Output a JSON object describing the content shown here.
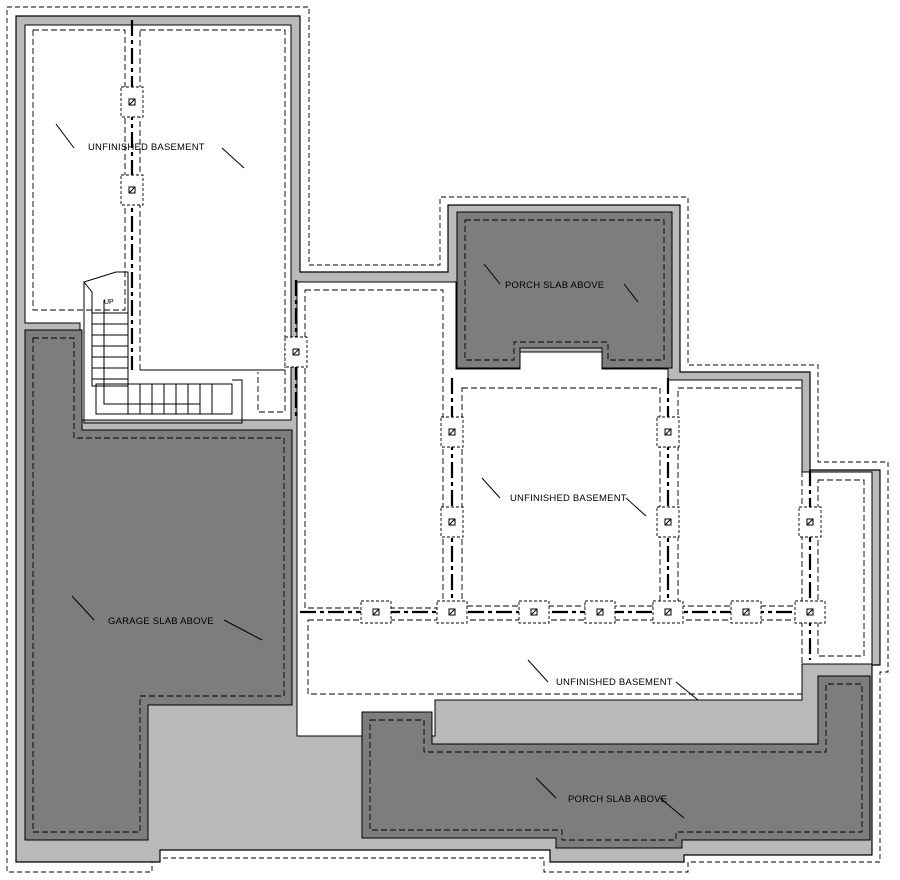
{
  "labels": {
    "basement_nw": "UNFINISHED BASEMENT",
    "basement_center": "UNFINISHED BASEMENT",
    "basement_south": "UNFINISHED BASEMENT",
    "porch_north": "PORCH SLAB ABOVE",
    "porch_south": "PORCH SLAB ABOVE",
    "garage": "GARAGE SLAB ABOVE",
    "stair_up": "UP"
  },
  "colors": {
    "wall": "#b9b9b9",
    "slab": "#7d7d7d",
    "ink": "#000000",
    "paper": "#ffffff"
  }
}
